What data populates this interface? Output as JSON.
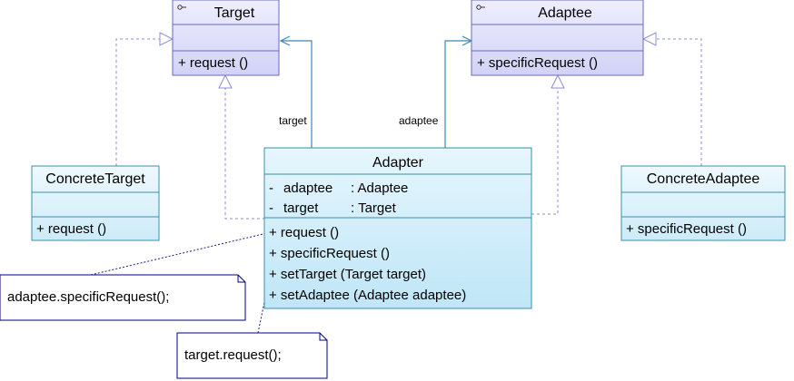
{
  "classes": {
    "target": {
      "name": "Target",
      "operations": [
        "+ request ()"
      ]
    },
    "adaptee": {
      "name": "Adaptee",
      "operations": [
        "+ specificRequest ()"
      ]
    },
    "concrete_target": {
      "name": "ConcreteTarget",
      "operations": [
        "+ request ()"
      ]
    },
    "adapter": {
      "name": "Adapter",
      "attributes": [
        {
          "vis": "-",
          "name": "adaptee",
          "type": ": Adaptee"
        },
        {
          "vis": "-",
          "name": "target",
          "type": ": Target"
        }
      ],
      "operations": [
        "+ request ()",
        "+ specificRequest ()",
        "+ setTarget (Target target)",
        "+ setAdaptee (Adaptee adaptee)"
      ]
    },
    "concrete_adaptee": {
      "name": "ConcreteAdaptee",
      "operations": [
        "+ specificRequest ()"
      ]
    }
  },
  "associations": {
    "target_label": "target",
    "adaptee_label": "adaptee"
  },
  "notes": {
    "adaptee_call": "adaptee.specificRequest();",
    "target_call": "target.request();"
  },
  "colors": {
    "interface_fill": "#dcdcfa",
    "interface_border": "#5a5ab4",
    "class_fill": "#e0f3fb",
    "class_border": "#3a8fb0",
    "connector": "#4a7fc0",
    "note_border": "#000080",
    "note_dots": "#1a1a8c"
  }
}
